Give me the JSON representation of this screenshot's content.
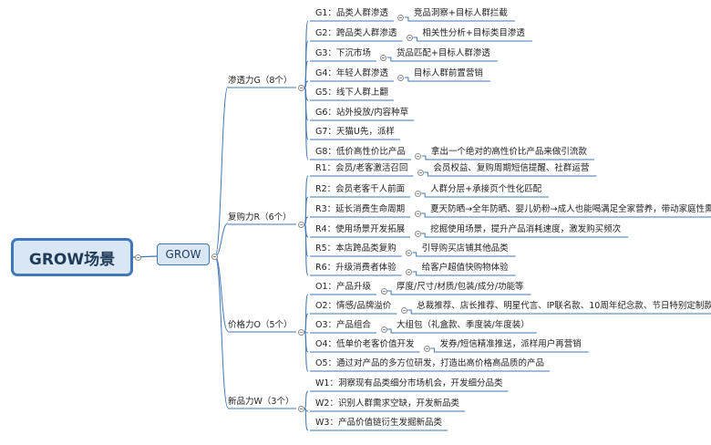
{
  "root": {
    "label": "GROW场景"
  },
  "center": {
    "label": "GROW"
  },
  "branches": [
    {
      "label": "渗透力G（8个）",
      "children": [
        {
          "code": "G1：品类人群渗透",
          "detail": "竞品洞察+目标人群拦截"
        },
        {
          "code": "G2：跨品类人群渗透",
          "detail": "相关性分析+目标类目渗透"
        },
        {
          "code": "G3：下沉市场",
          "detail": "货品匹配+目标人群渗透"
        },
        {
          "code": "G4：年轻人群渗透",
          "detail": "目标人群前置营销"
        },
        {
          "code": "G5：线下人群上翻",
          "detail": ""
        },
        {
          "code": "G6：站外投放/内容种草",
          "detail": ""
        },
        {
          "code": "G7：天猫U先，派样",
          "detail": ""
        },
        {
          "code": "G8：低价高性价比产品",
          "detail": "拿出一个绝对的高性价比产品来做引流款"
        }
      ]
    },
    {
      "label": "复购力R（6个）",
      "children": [
        {
          "code": "R1：会员/老客激活召回",
          "detail": "会员权益、复购周期短信提醒、社群运营"
        },
        {
          "code": "R2：会员老客千人前面",
          "detail": "人群分层+承接页个性化匹配"
        },
        {
          "code": "R3：延长消费生命周期",
          "detail": "夏天防晒→全年防晒、婴儿奶粉→成人也能喝满足全家营养，带动家庭性需求"
        },
        {
          "code": "R4：使用场景开发拓展",
          "detail": "挖掘使用场景，提升产品消耗速度，激发购买频次"
        },
        {
          "code": "R5：本店跨品类复购",
          "detail": "引导购买店铺其他品类"
        },
        {
          "code": "R6：升级消费者体验",
          "detail": "给客户超值快购物体验"
        }
      ]
    },
    {
      "label": "价格力O（5个）",
      "children": [
        {
          "code": "O1：产品升级",
          "detail": "厚度/尺寸/材质/包装/成分/功能等"
        },
        {
          "code": "O2：情感/品牌溢价",
          "detail": "总裁推荐、店长推荐、明星代言、IP联名款、10周年纪念款、节日特别定制款"
        },
        {
          "code": "O3：产品组合",
          "detail": "大组包（礼盒款、季度装/年度装）"
        },
        {
          "code": "O4：低单价老客价值开发",
          "detail": "发券/短信精准推送，派样用户再营销"
        },
        {
          "code": "O5：通过对产品的多方位研发，打造出高价格高品质的产品",
          "detail": ""
        }
      ]
    },
    {
      "label": "新品力W（3个）",
      "children": [
        {
          "code": "W1：洞察现有品类细分市场机会，开发细分品类",
          "detail": ""
        },
        {
          "code": "W2：识别人群需求空缺，开发新品类",
          "detail": ""
        },
        {
          "code": "W3：产品价值链衍生发掘新品类",
          "detail": ""
        }
      ]
    }
  ]
}
